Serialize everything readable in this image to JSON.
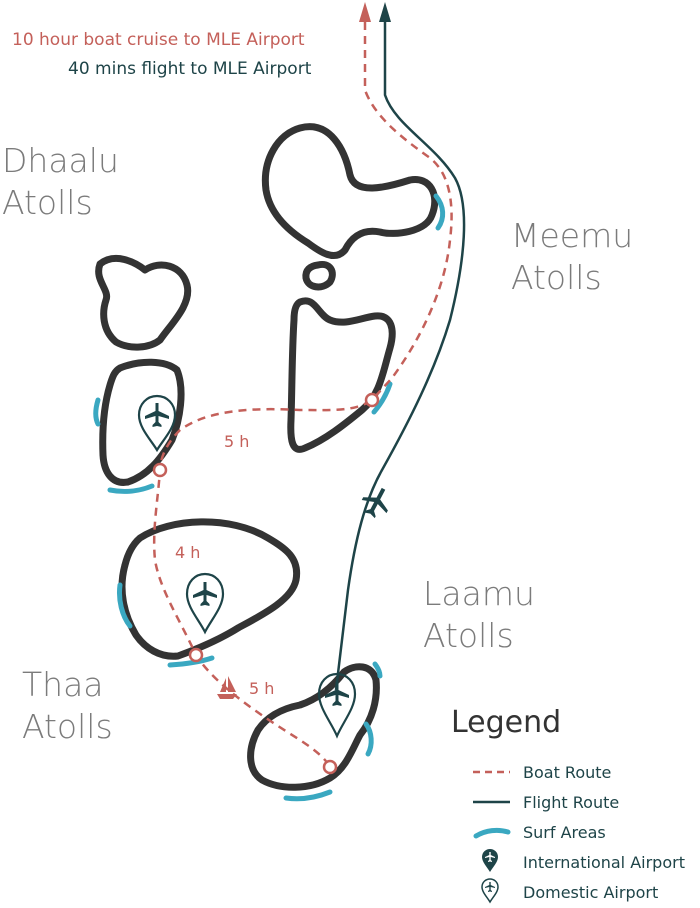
{
  "notes": {
    "boat": "10 hour boat cruise to MLE Airport",
    "flight": "40 mins flight to MLE Airport"
  },
  "regions": {
    "dhaalu": [
      "Dhaalu",
      "Atolls"
    ],
    "meemu": [
      "Meemu",
      "Atolls"
    ],
    "laamu": [
      "Laamu",
      "Atolls"
    ],
    "thaa": [
      "Thaa",
      "Atolls"
    ]
  },
  "durations": [
    "5 h",
    "4 h",
    "5 h"
  ],
  "legend": {
    "title": "Legend",
    "items": [
      "Boat Route",
      "Flight Route",
      "Surf Areas",
      "International Airport",
      "Domestic Airport"
    ]
  },
  "colors": {
    "island_outline": "#333333",
    "boat_route": "#c4605a",
    "flight_route": "#1e4448",
    "surf": "#3aa8c1",
    "region_text": "#7b7b7b"
  },
  "icons": {
    "international_airport": "pin-plane-icon",
    "domestic_airport": "pin-plane-outline-icon",
    "boat": "sailboat-icon",
    "plane": "airplane-icon"
  }
}
